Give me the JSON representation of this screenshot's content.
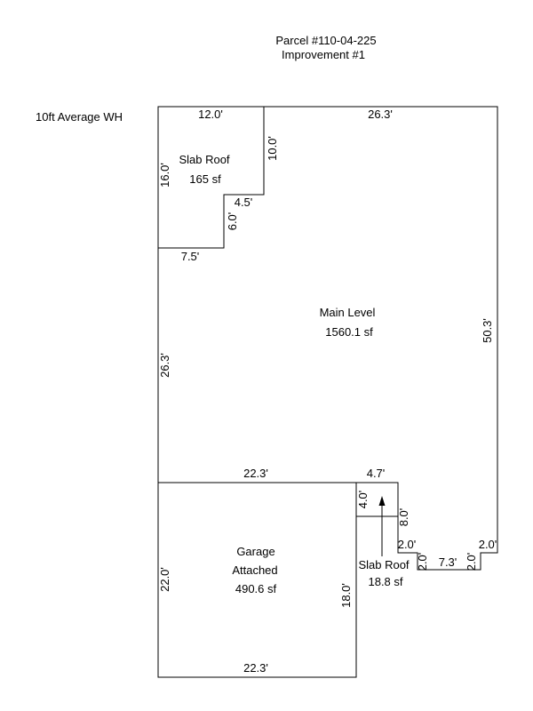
{
  "header": {
    "parcel": "Parcel #110-04-225",
    "improvement": "Improvement #1",
    "wall_height_note": "10ft Average WH"
  },
  "areas": {
    "slab_roof_top": {
      "name": "Slab Roof",
      "area": "165 sf"
    },
    "main_level": {
      "name": "Main Level",
      "area": "1560.1 sf"
    },
    "garage": {
      "name_line1": "Garage",
      "name_line2": "Attached",
      "area": "490.6 sf"
    },
    "slab_roof_small": {
      "name": "Slab Roof",
      "area": "18.8 sf"
    }
  },
  "dimensions": {
    "top_left_width": "12.0'",
    "top_right_width": "26.3'",
    "slab_left_height": "16.0'",
    "slab_right_height": "10.0'",
    "slab_step_width": "4.5'",
    "slab_step_height": "6.0'",
    "slab_bottom_width": "7.5'",
    "main_left_height": "26.3'",
    "main_right_height": "50.3'",
    "garage_top_width": "22.3'",
    "notch_top_width": "4.7'",
    "small_slab_height": "4.0'",
    "notch_right_height": "8.0'",
    "step_width_1": "2.0'",
    "step_height_1": "2.0'",
    "bottom_notch_width": "7.3'",
    "step_height_2": "2.0'",
    "right_step_width": "2.0'",
    "garage_left_height": "22.0'",
    "garage_right_height": "18.0'",
    "garage_bottom_width": "22.3'"
  }
}
